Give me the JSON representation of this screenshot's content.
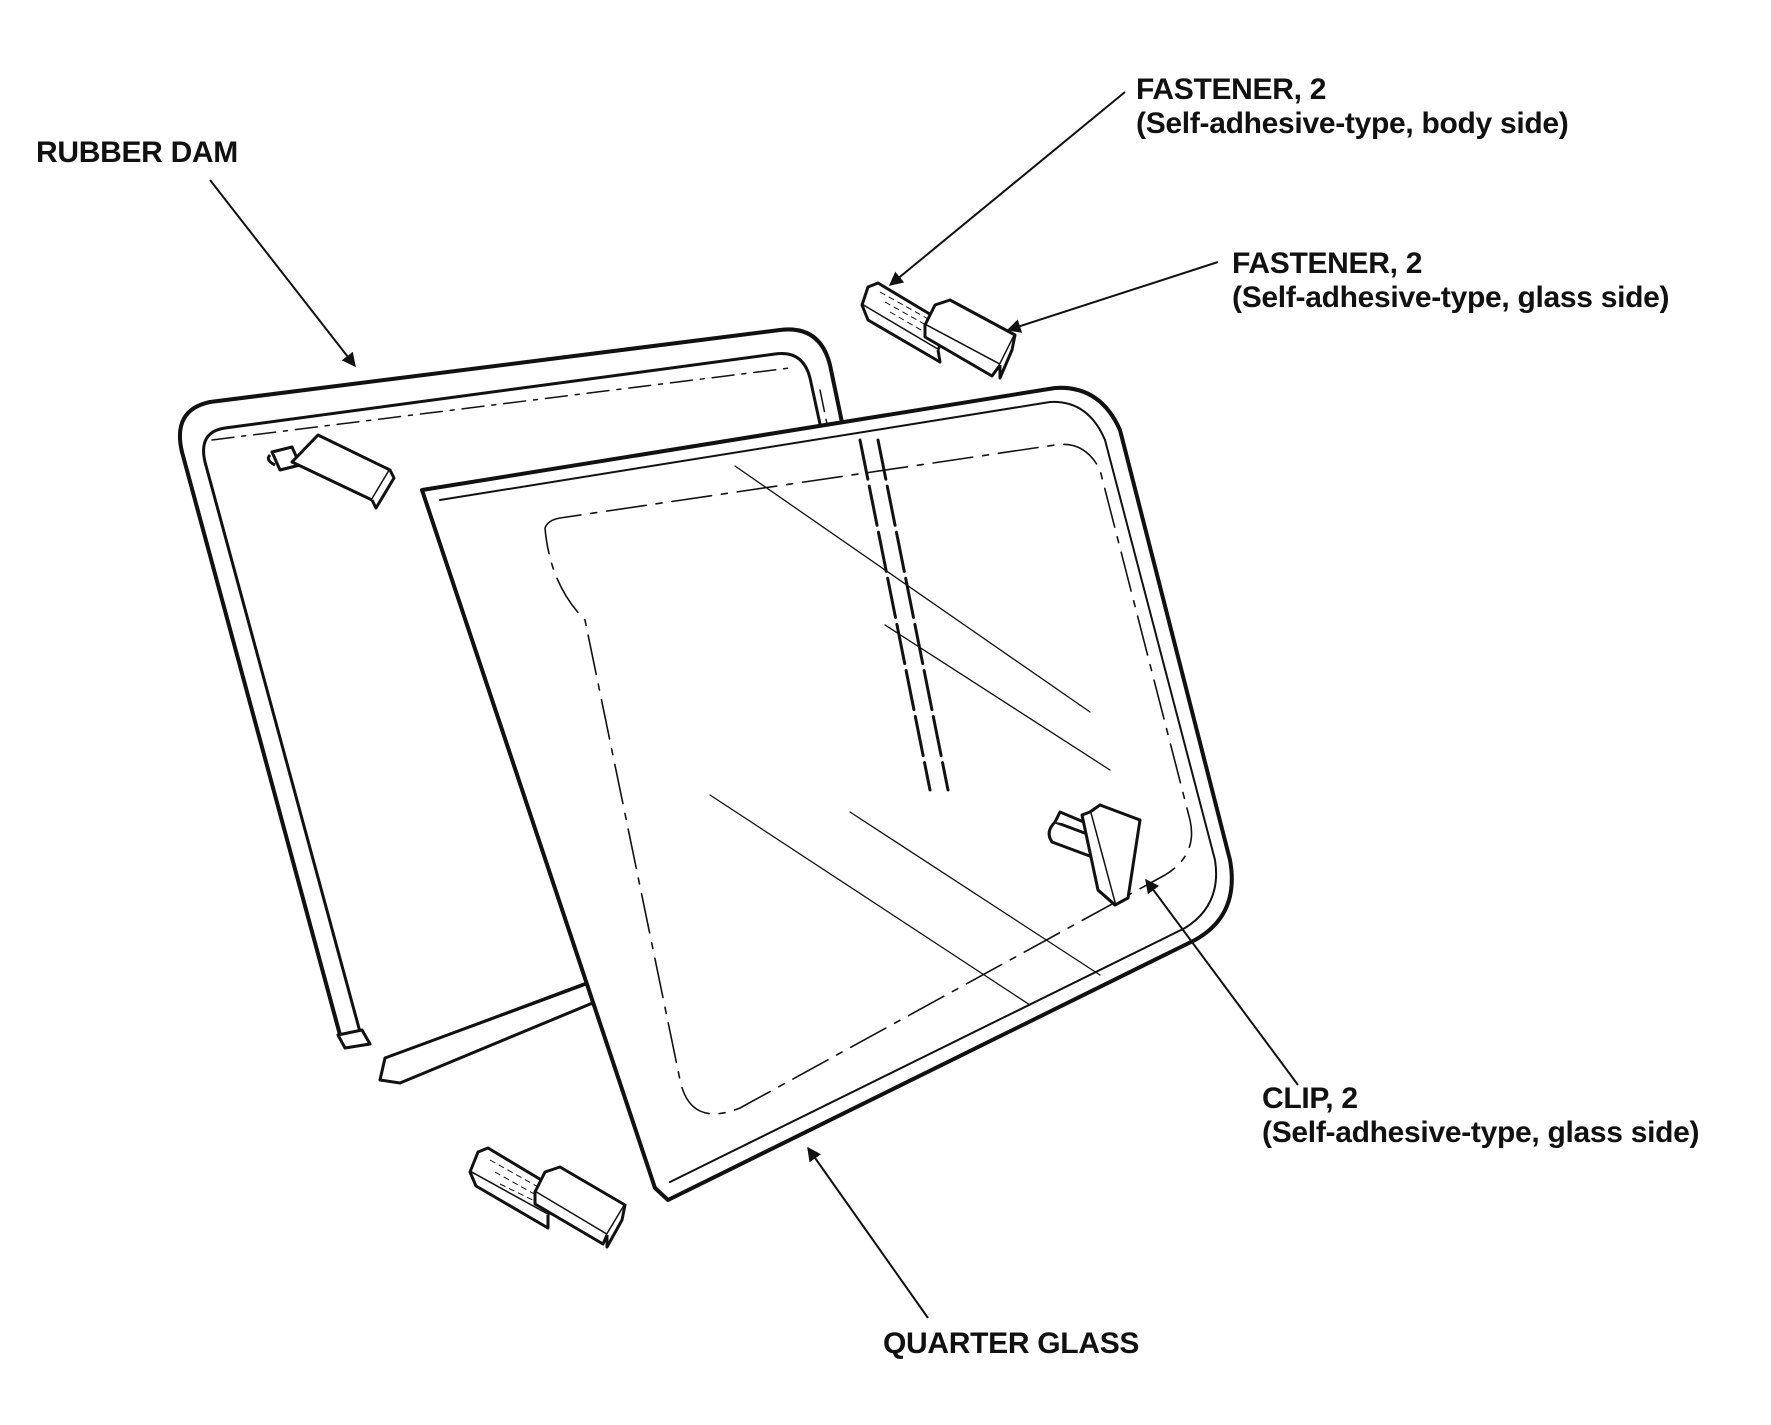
{
  "labels": {
    "rubber_dam": "RUBBER DAM",
    "fastener_body_title": "FASTENER, 2",
    "fastener_body_note": "(Self-adhesive-type, body side)",
    "fastener_glass_title": "FASTENER, 2",
    "fastener_glass_note": "(Self-adhesive-type, glass side)",
    "clip_title": "CLIP, 2",
    "clip_note": "(Self-adhesive-type, glass side)",
    "quarter_glass": "QUARTER GLASS"
  },
  "colors": {
    "ink": "#111111",
    "background": "#ffffff"
  }
}
